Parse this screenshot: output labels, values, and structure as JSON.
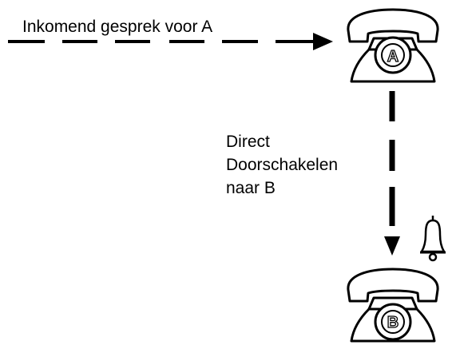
{
  "diagram": {
    "incoming_call_label": "Inkomend gesprek voor A",
    "forward_label_lines": [
      "Direct",
      "Doorschakelen",
      "naar B"
    ],
    "phone_a_letter": "A",
    "phone_b_letter": "B",
    "icons": {
      "phone_a": "telephone-icon",
      "phone_b": "telephone-icon",
      "bell": "bell-icon",
      "arrow_right": "arrow-right-icon",
      "arrow_down": "arrow-down-icon"
    },
    "colors": {
      "ink": "#000000",
      "background": "#ffffff"
    }
  }
}
